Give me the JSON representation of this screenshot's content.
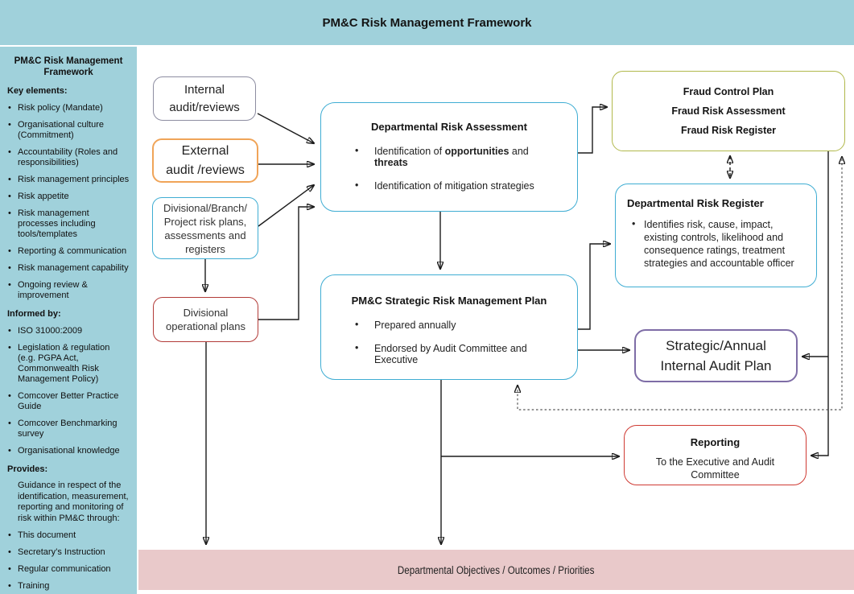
{
  "header": {
    "title": "PM&C Risk Management Framework"
  },
  "sidebar": {
    "title": "PM&C Risk Management Framework",
    "key_elements": {
      "heading": "Key elements:",
      "items": [
        "Risk policy (Mandate)",
        "Organisational culture (Commitment)",
        "Accountability (Roles and responsibilities)",
        "Risk management principles",
        "Risk appetite",
        "Risk management processes including tools/templates",
        "Reporting & communication",
        "Risk management capability",
        "Ongoing review & improvement"
      ]
    },
    "informed_by": {
      "heading": "Informed by:",
      "items": [
        "ISO 31000:2009",
        "Legislation & regulation (e.g. PGPA Act, Commonwealth Risk Management Policy)",
        "Comcover Better Practice Guide",
        "Comcover Benchmarking survey",
        "Organisational knowledge"
      ]
    },
    "provides": {
      "heading": "Provides:",
      "intro": "Guidance in respect of the identification, measurement, reporting and monitoring of risk within PM&C through:",
      "items": [
        "This document",
        "Secretary’s Instruction",
        "Regular communication",
        "Training"
      ]
    }
  },
  "diagram": {
    "internal_audit": {
      "line1": "Internal",
      "line2": "audit/reviews"
    },
    "external_audit": {
      "line1": "External",
      "line2": "audit /reviews"
    },
    "div_branch": {
      "text": "Divisional/Branch/ Project risk plans, assessments and registers"
    },
    "div_ops": {
      "text": "Divisional operational plans"
    },
    "risk_assessment": {
      "title": "Departmental Risk Assessment",
      "bullet1_pre": "Identification of ",
      "bullet1_bold1": "opportunities",
      "bullet1_mid": " and ",
      "bullet1_bold2": "threats",
      "bullet2": "Identification of mitigation strategies"
    },
    "fraud": {
      "line1": "Fraud Control Plan",
      "line2": "Fraud Risk Assessment",
      "line3": "Fraud Risk Register"
    },
    "risk_register": {
      "title": "Departmental Risk Register",
      "bullet": "Identifies risk, cause, impact, existing controls, likelihood and consequence ratings, treatment strategies and accountable officer"
    },
    "strategic_plan": {
      "title": "PM&C Strategic Risk Management Plan",
      "bullet1": "Prepared annually",
      "bullet2": "Endorsed by Audit Committee and Executive"
    },
    "audit_plan": {
      "line1": "Strategic/Annual",
      "line2": "Internal Audit Plan"
    },
    "reporting": {
      "title": "Reporting",
      "body": "To the Executive and Audit Committee"
    },
    "objectives_bar": {
      "text": "Departmental Objectives / Outcomes / Priorities"
    }
  },
  "colors": {
    "panel_blue": "#a0d1db",
    "objectives_pink": "#e9c9ca",
    "box_blue_border": "#3fadd3",
    "fraud_green_border": "#b1b84b",
    "internal_gray_border": "#8d8da1",
    "external_orange_border": "#f0a458",
    "divops_red_border": "#b23b38",
    "reporting_red_border": "#cf3a33",
    "audit_plan_purple_border": "#7e6da6"
  }
}
